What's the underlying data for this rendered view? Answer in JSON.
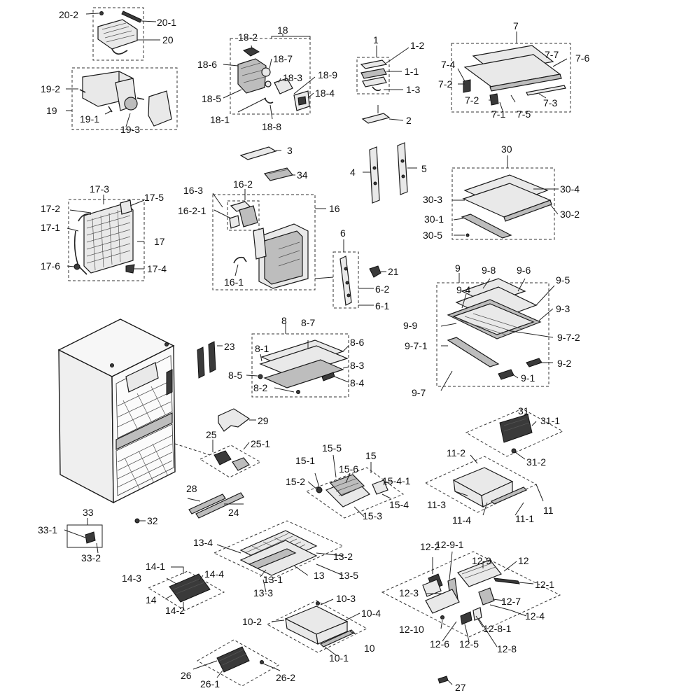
{
  "labels": {
    "l20_2": "20-2",
    "l20_1": "20-1",
    "l20": "20",
    "l19_2": "19-2",
    "l19": "19",
    "l19_1": "19-1",
    "l19_3": "19-3",
    "l18": "18",
    "l18_2": "18-2",
    "l18_7": "18-7",
    "l18_6": "18-6",
    "l18_3": "18-3",
    "l18_9": "18-9",
    "l18_5": "18-5",
    "l18_4": "18-4",
    "l18_1": "18-1",
    "l18_8": "18-8",
    "l1": "1",
    "l1_2": "1-2",
    "l1_1": "1-1",
    "l1_3": "1-3",
    "l2": "2",
    "l7": "7",
    "l7_7": "7-7",
    "l7_6": "7-6",
    "l7_4": "7-4",
    "l7_2a": "7-2",
    "l7_2b": "7-2",
    "l7_1": "7-1",
    "l7_5": "7-5",
    "l7_3": "7-3",
    "l3": "3",
    "l34": "34",
    "l4": "4",
    "l5": "5",
    "l30": "30",
    "l30_4": "30-4",
    "l30_3": "30-3",
    "l30_2": "30-2",
    "l30_1": "30-1",
    "l30_5": "30-5",
    "l17_3": "17-3",
    "l17_5": "17-5",
    "l17_2": "17-2",
    "l17_1": "17-1",
    "l17": "17",
    "l17_6": "17-6",
    "l17_4": "17-4",
    "l16_3": "16-3",
    "l16_2": "16-2",
    "l16_2_1": "16-2-1",
    "l16": "16",
    "l16_1": "16-1",
    "l6": "6",
    "l21": "21",
    "l6_2": "6-2",
    "l6_1": "6-1",
    "l9": "9",
    "l9_8": "9-8",
    "l9_6": "9-6",
    "l9_4": "9-4",
    "l9_5": "9-5",
    "l9_3": "9-3",
    "l9_9": "9-9",
    "l9_7_2": "9-7-2",
    "l9_7_1": "9-7-1",
    "l9_2": "9-2",
    "l9_1": "9-1",
    "l9_7": "9-7",
    "l8": "8",
    "l8_7": "8-7",
    "l8_6": "8-6",
    "l8_1": "8-1",
    "l8_3": "8-3",
    "l8_5": "8-5",
    "l8_4": "8-4",
    "l8_2": "8-2",
    "l23": "23",
    "l29": "29",
    "l25": "25",
    "l25_1": "25-1",
    "l31": "31",
    "l31_1": "31-1",
    "l31_2": "31-2",
    "l15": "15",
    "l15_5": "15-5",
    "l15_1": "15-1",
    "l15_6": "15-6",
    "l15_4_1": "15-4-1",
    "l15_2": "15-2",
    "l15_4": "15-4",
    "l15_3": "15-3",
    "l11_2": "11-2",
    "l11_3": "11-3",
    "l11": "11",
    "l11_4": "11-4",
    "l11_1": "11-1",
    "l28": "28",
    "l24": "24",
    "l33": "33",
    "l33_1": "33-1",
    "l33_2": "33-2",
    "l32": "32",
    "l13_4": "13-4",
    "l13_2": "13-2",
    "l13_1": "13-1",
    "l13": "13",
    "l13_5": "13-5",
    "l13_3": "13-3",
    "l14_1": "14-1",
    "l14_3": "14-3",
    "l14_4": "14-4",
    "l14": "14",
    "l14_2": "14-2",
    "l12_2": "12-2",
    "l12_9_1": "12-9-1",
    "l12_9": "12-9",
    "l12": "12",
    "l12_1": "12-1",
    "l12_3": "12-3",
    "l12_7": "12-7",
    "l12_4": "12-4",
    "l12_8_1": "12-8-1",
    "l12_10": "12-10",
    "l12_6": "12-6",
    "l12_5": "12-5",
    "l12_8": "12-8",
    "l10_3": "10-3",
    "l10_4": "10-4",
    "l10_2": "10-2",
    "l10": "10",
    "l10_1": "10-1",
    "l26": "26",
    "l26_1": "26-1",
    "l26_2": "26-2",
    "l27": "27"
  }
}
